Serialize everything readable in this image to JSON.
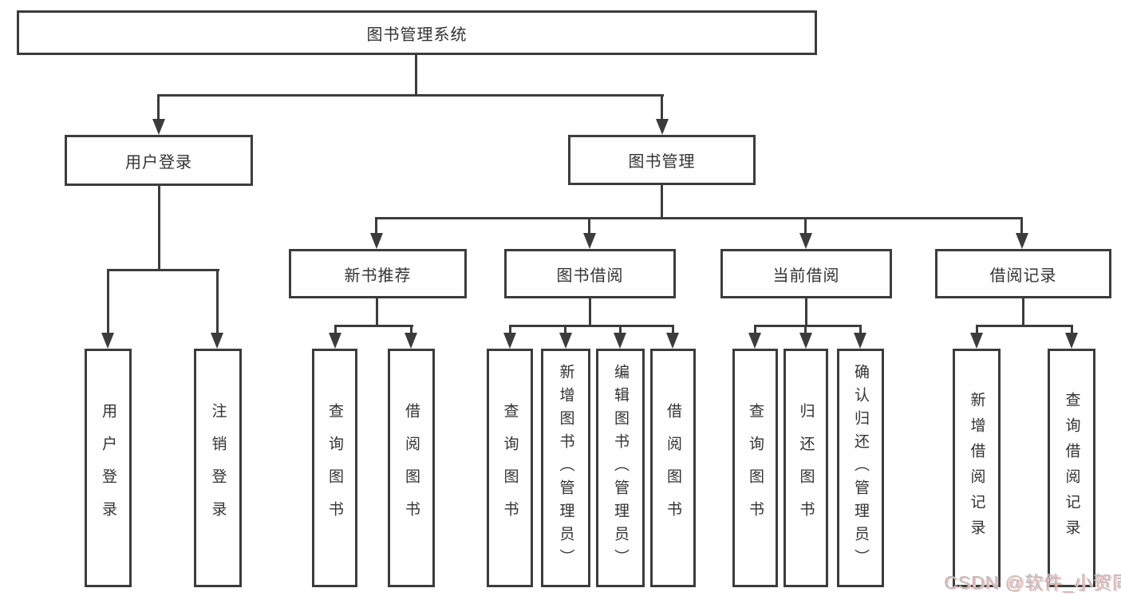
{
  "diagram": {
    "root": {
      "label": "图书管理系统"
    },
    "level2": [
      {
        "label": "用户登录"
      },
      {
        "label": "图书管理"
      }
    ],
    "level3": [
      {
        "label": "新书推荐"
      },
      {
        "label": "图书借阅"
      },
      {
        "label": "当前借阅"
      },
      {
        "label": "借阅记录"
      }
    ],
    "leaves": [
      {
        "label": "用户登录",
        "parent": "用户登录"
      },
      {
        "label": "注销登录",
        "parent": "用户登录"
      },
      {
        "label": "查询图书",
        "parent": "新书推荐"
      },
      {
        "label": "借阅图书",
        "parent": "新书推荐"
      },
      {
        "label": "查询图书",
        "parent": "图书借阅"
      },
      {
        "label": "新增图书（管理员）",
        "parent": "图书借阅"
      },
      {
        "label": "编辑图书（管理员）",
        "parent": "图书借阅"
      },
      {
        "label": "借阅图书",
        "parent": "图书借阅"
      },
      {
        "label": "查询图书",
        "parent": "当前借阅"
      },
      {
        "label": "归还图书",
        "parent": "当前借阅"
      },
      {
        "label": "确认归还（管理员）",
        "parent": "当前借阅"
      },
      {
        "label": "新增借阅记录",
        "parent": "借阅记录"
      },
      {
        "label": "查询借阅记录",
        "parent": "借阅记录"
      }
    ]
  },
  "watermark": {
    "text": "CSDN @软件_小贺同学"
  },
  "colors": {
    "line": "#3c3c3c",
    "text": "#333333",
    "background": "#ffffff",
    "watermark_text": "#bdbdbd",
    "watermark_shadow": "#f6bcbc"
  }
}
